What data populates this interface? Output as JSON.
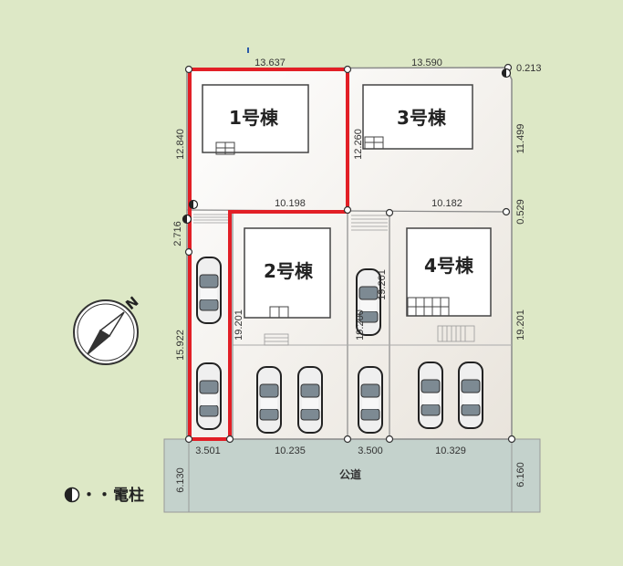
{
  "buildings": {
    "b1": "1号棟",
    "b2": "2号棟",
    "b3": "3号棟",
    "b4": "4号棟"
  },
  "dimensions": {
    "top_left": "13.637",
    "top_right": "13.590",
    "top_corner": "0.213",
    "left_upper": "12.840",
    "mid_upper": "12.260",
    "right_upper": "11.499",
    "mid_left": "10.198",
    "mid_right": "10.182",
    "right_small": "0.529",
    "left_small": "2.716",
    "left_lower": "15.922",
    "lot2_left": "19.201",
    "lot3_left": "19.200",
    "lot3_right": "19.201",
    "right_lower": "19.201",
    "bottom_1": "3.501",
    "bottom_2": "10.235",
    "bottom_3": "3.500",
    "bottom_4": "10.329",
    "road_left": "6.130",
    "road_right": "6.160"
  },
  "road_label": "公道",
  "legend": {
    "dots": "・・・",
    "label": "電柱"
  },
  "north_label": "N",
  "colors": {
    "background": "#dde8c6",
    "lot": "#f3efe9",
    "road": "#c4d2cc",
    "highlight": "#e21f26"
  }
}
